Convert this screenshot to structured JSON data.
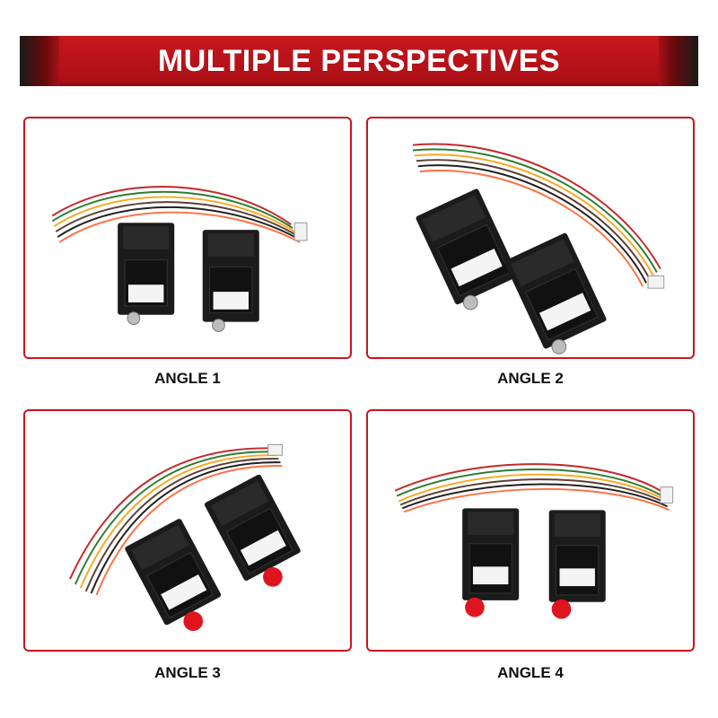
{
  "header": {
    "title": "MULTIPLE PERSPECTIVES"
  },
  "colors": {
    "accent": "#c8161e",
    "board": "#1b1b1b",
    "connector_red": "#e0141e",
    "wire_colors": [
      "#c62828",
      "#2e7d32",
      "#f9a825",
      "#5d4037",
      "#212121",
      "#ff7043"
    ]
  },
  "panels": [
    {
      "caption": "ANGLE 1",
      "connector": "silver"
    },
    {
      "caption": "ANGLE 2",
      "connector": "silver"
    },
    {
      "caption": "ANGLE 3",
      "connector": "red"
    },
    {
      "caption": "ANGLE 4",
      "connector": "red"
    }
  ]
}
